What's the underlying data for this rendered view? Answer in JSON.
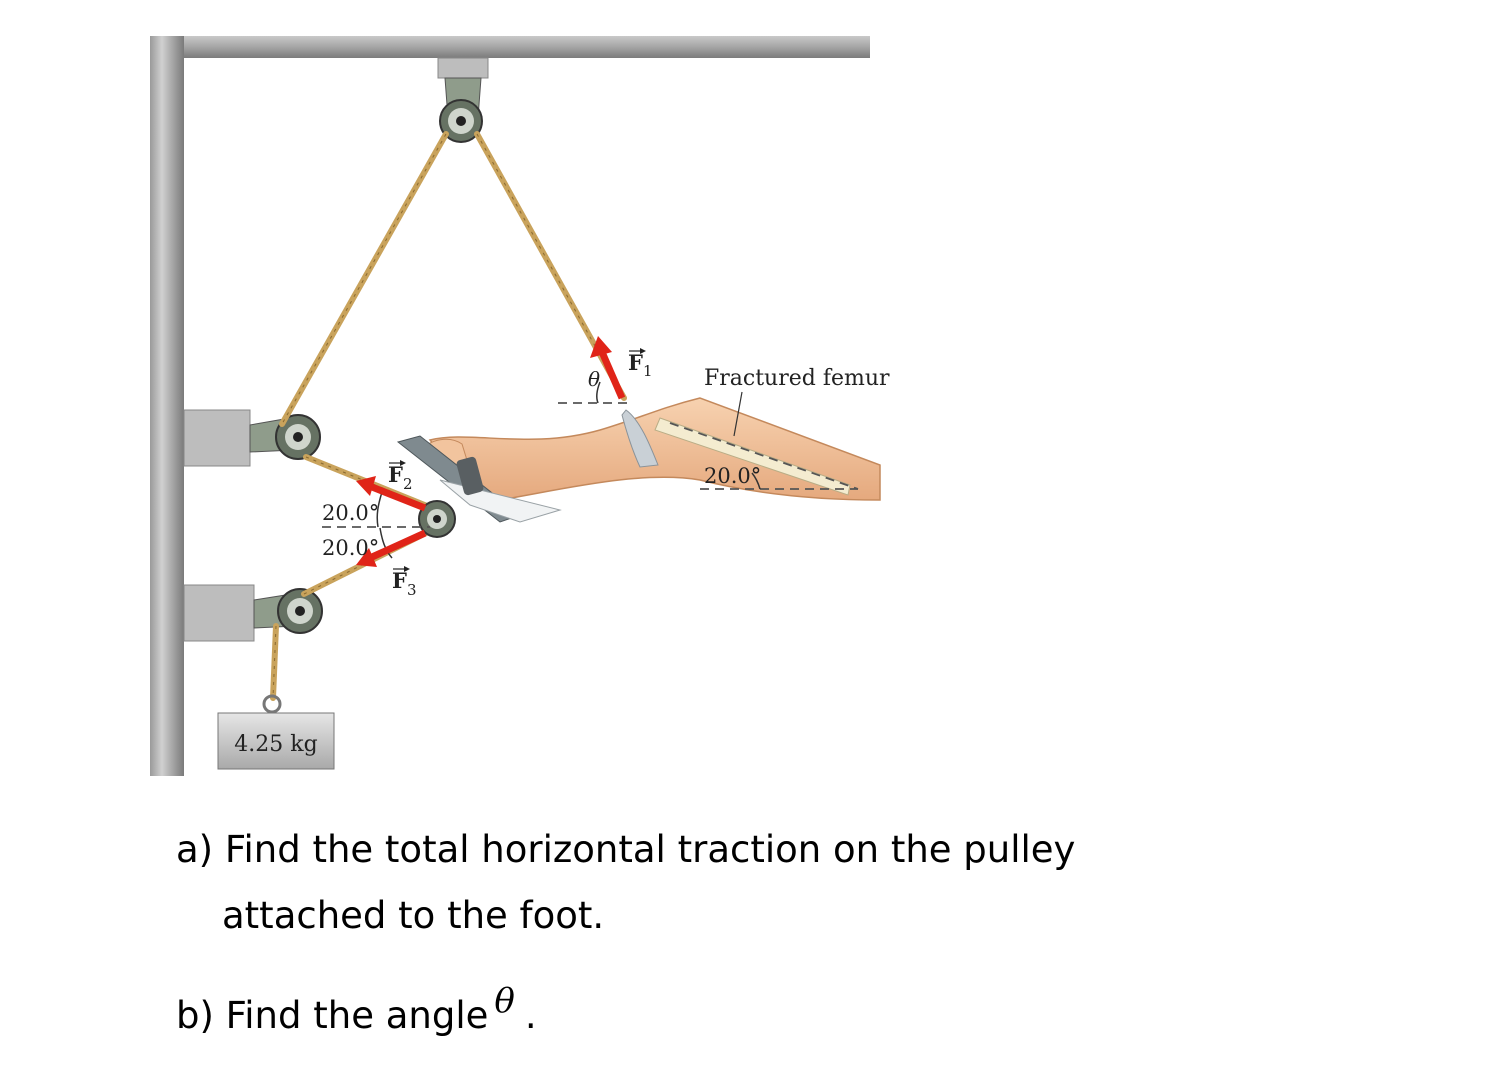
{
  "figure": {
    "mass_label": "4.25 kg",
    "femur_label": "Fractured femur",
    "angle_upper": "20.0°",
    "angle_lower": "20.0°",
    "angle_leg": "20.0°",
    "theta_symbol": "θ",
    "f1": {
      "letter": "F",
      "sub": "1"
    },
    "f2": {
      "letter": "F",
      "sub": "2"
    },
    "f3": {
      "letter": "F",
      "sub": "3"
    }
  },
  "questions": {
    "a_line1": "a) Find the total horizontal traction on the pulley",
    "a_line2": "attached to the foot.",
    "b_text": "b) Find the angle",
    "b_symbol": "θ",
    "b_end": "."
  },
  "colors": {
    "frame": "#9a9a9a",
    "rope": "#c9a35c",
    "arrow": "#e02418",
    "skin": "#f3c49d",
    "pulley": "#7d8a7a"
  }
}
